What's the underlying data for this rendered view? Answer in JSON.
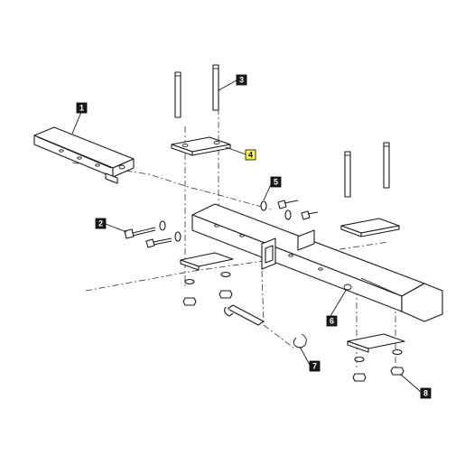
{
  "colors": {
    "callout_fill": "#1a1a1a",
    "callout_text": "#ffffff",
    "highlight_fill": "#ffff33",
    "highlight_text": "#000000",
    "line": "#1a1a1a"
  },
  "callouts": [
    {
      "label": "1",
      "highlighted": false
    },
    {
      "label": "2",
      "highlighted": false
    },
    {
      "label": "3",
      "highlighted": false
    },
    {
      "label": "4",
      "highlighted": true
    },
    {
      "label": "5",
      "highlighted": false
    },
    {
      "label": "6",
      "highlighted": false
    },
    {
      "label": "7",
      "highlighted": false
    },
    {
      "label": "8",
      "highlighted": false
    }
  ]
}
